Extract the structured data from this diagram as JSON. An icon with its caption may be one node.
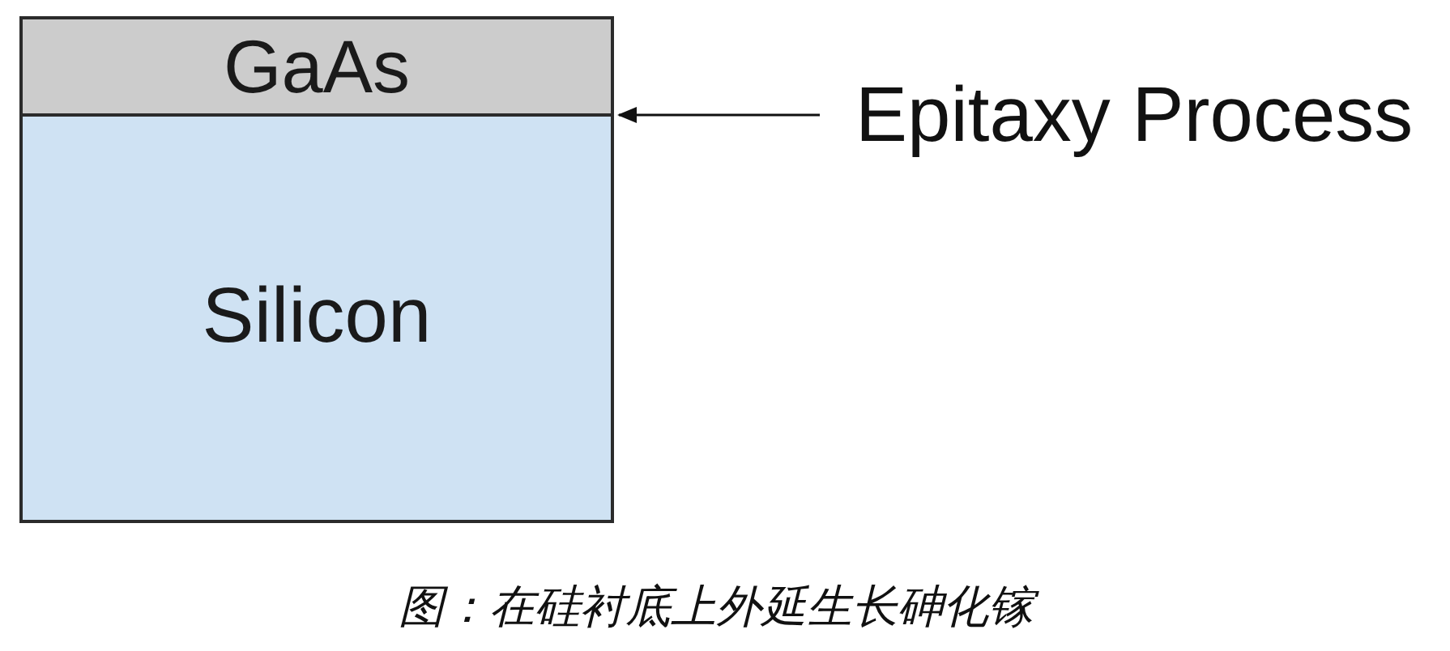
{
  "diagram": {
    "caption": "图：在硅衬底上外延生长砷化镓",
    "nodes": [
      {
        "text": [
          "GaAs"
        ]
      },
      {
        "text": [
          "Silicon"
        ]
      },
      {
        "text": [
          "Epitaxy Process"
        ]
      }
    ],
    "edges": [
      {
        "from": 2,
        "to": 0,
        "arrow": "to"
      }
    ]
  }
}
